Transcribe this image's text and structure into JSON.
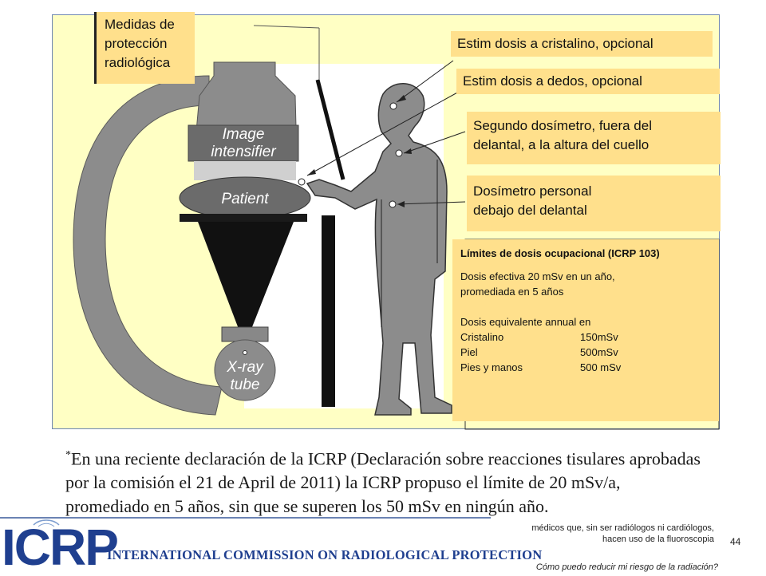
{
  "diagram": {
    "title_box": [
      "Medidas de",
      "protección",
      "radiológica"
    ],
    "label_lens": "Estim dosis a cristalino, opcional",
    "label_fingers": "Estim dosis a dedos, opcional",
    "label_collar": [
      "Segundo dosímetro, fuera del",
      "delantal, a la altura del cuello"
    ],
    "label_personal": [
      "Dosímetro personal",
      "debajo del delantal"
    ],
    "device_image_intensifier": [
      "Image",
      "intensifier"
    ],
    "device_patient": "Patient",
    "device_xray_tube": [
      "X-ray",
      "tube"
    ]
  },
  "limits": {
    "heading": "Límites de dosis ocupacional (ICRP 103)",
    "effective_line1": "Dosis efectiva 20 mSv en un año,",
    "effective_line2": "promediada en 5 años",
    "equivalent_intro": "Dosis equivalente annual en",
    "rows": [
      {
        "organ": "Cristalino",
        "value": "150mSv"
      },
      {
        "organ": "Piel",
        "value": "500mSv"
      },
      {
        "organ": "Pies y manos",
        "value": "500 mSv"
      }
    ]
  },
  "footnote": {
    "marker": "*",
    "text": "En una reciente declaración de la ICRP (Declaración sobre reacciones tisulares aprobadas por la comisión el 21 de April de 2011) la ICRP propuso el límite de 20 mSv/a, promediado en 5 años, sin que se superen los 50 mSv en ningún año."
  },
  "footer": {
    "logo_text": "ICRP",
    "org_name": "INTERNATIONAL COMMISSION ON RADIOLOGICAL PROTECTION",
    "right_line1": "médicos que, sin ser radiólogos ni cardiólogos,",
    "right_line2": "hacen uso de la fluoroscopia",
    "page_number": "44",
    "right_bottom": "Cómo puedo reducir mi riesgo de la radiación?"
  },
  "colors": {
    "panel_bg": "#ffffc4",
    "label_bg": "#ffe08c",
    "equipment_gray": "#8c8c8c",
    "dark_gray": "#5a5a5a",
    "logo_blue": "#1f3f8f"
  }
}
